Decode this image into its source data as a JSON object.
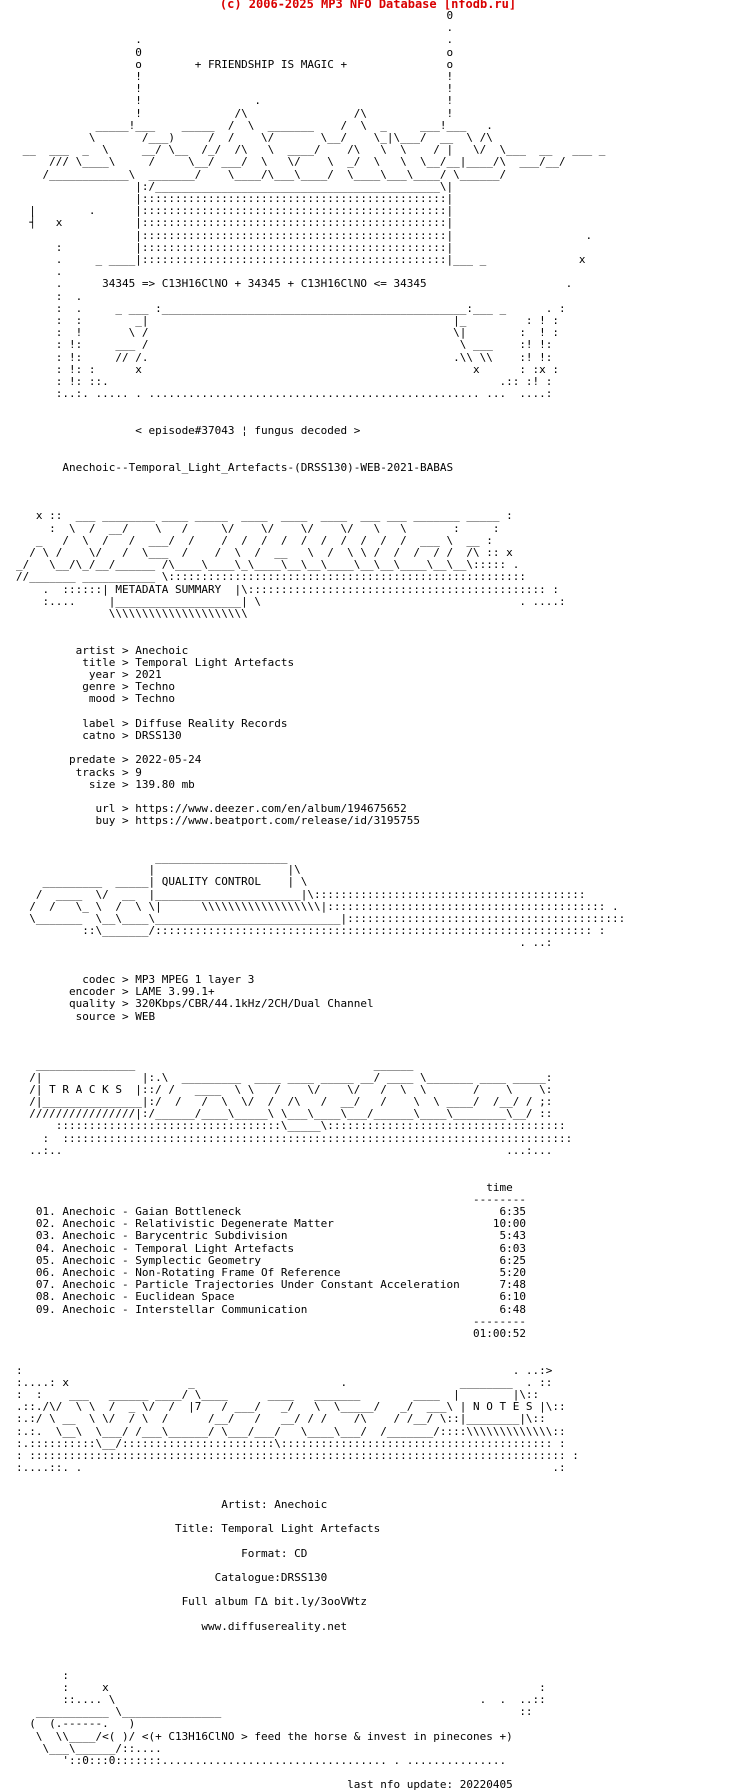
{
  "header": {
    "text": "(c) 2006-2025 MP3 NFO Database [nfodb.ru]"
  },
  "colors": {
    "header": "#d90000",
    "text": "#000000",
    "background": "#ffffff"
  },
  "nfo": {
    "lines": [
      "                                                                 0",
      "                                                                 .",
      "                  .                                              .",
      "                  0                                              o",
      "                  o        + FRIENDSHIP IS MAGIC +               o",
      "                  !                                              !",
      "                  !                                              !",
      "                  !                 .                            !",
      "                  !              /\\                /\\            !",
      "            _____!___    _____  /  \\  _______    /  \\  _     ___!___   .",
      "           \\       /___)     /  /    \\/       \\__/    \\_|\\___/  __  \\ /\\",
      " __  ___  _  \\     __/ \\__  /_/  /\\   \\  ____/    /\\   \\  \\    / |   \\/  \\___  __   ___ _",
      "     /// \\____\\     /     \\__/ ___/  \\   \\/    \\  _/  \\   \\  \\__/__|____/\\  ___/__/",
      "    /____________\\  _______/    \\____/\\___\\____/  \\____\\___\\____/ \\______/",
      "                  |:/___________________________________________\\|",
      "                  |::::::::::::::::::::::::::::::::::::::::::::::|",
      "  |        .      |::::::::::::::::::::::::::::::::::::::::::::::|",
      "  ┤   x           |::::::::::::::::::::::::::::::::::::::::::::::|",
      "                  |::::::::::::::::::::::::::::::::::::::::::::::|                    .",
      "      :           |::::::::::::::::::::::::::::::::::::::::::::::|",
      "      .     _ ____|::::::::::::::::::::::::::::::::::::::::::::::|___ _              x",
      "      .",
      "      .      34345 => C13H16ClNO + 34345 + C13H16ClNO <= 34345                     .",
      "      :  .",
      "      :  .     _ ___ :______________________________________________:___ _      . :",
      "      :  :        _|                                              |_         : ! :",
      "      :  !       \\ /                                              \\|        :  ! :",
      "      : !:     ___ /                                               \\ ___    :! !:",
      "      : !:     // /.                                              .\\\\ \\\\    :! !:",
      "      : !: :      x                                                  x      : :x :",
      "      : !: ::.                                                           .:: :! :",
      "      :..:. ..... . .................................................. ...  ....:",
      "",
      "",
      "                  < episode#37043 ¦ fungus decoded >",
      "",
      "",
      "       Anechoic--Temporal_Light_Artefacts-(DRSS130)-WEB-2021-BABAS",
      "",
      "",
      "",
      "   x ::  ___ ________ ____ _____  ____  ____  ____  ___ ___ _______ _____ :",
      "     :  \\  /  __/    \\   /     \\/    \\/    \\/    \\/   \\   \\       :     :",
      "   _   /  \\  /   /  ___/  /    /  /  /  /  /  /  /  /  /  /  ___ \\  __ :",
      "  / \\ /    \\/   /  \\___  /    /  \\  /  __   \\  /  \\ \\ /  /  /  / /  /\\ :: x",
      "_/   \\__/\\_/__/______ /\\____\\____\\_\\____\\__\\__\\____\\__\\__\\____\\__\\__\\::::: .",
      "//_______ ___________ \\::::::::::::::::::::::::::::::::::::::::::::::::::::::",
      "    .  ::::::| METADATA SUMMARY  |\\::::::::::::::::::::::::::::::::::::::::::::: :",
      "    :....     |___________________| \\                                       . ....:",
      "              \\\\\\\\\\\\\\\\\\\\\\\\\\\\\\\\\\\\\\\\\\",
      "",
      "",
      "         artist > Anechoic",
      "          title > Temporal Light Artefacts",
      "           year > 2021",
      "          genre > Techno",
      "           mood > Techno",
      "",
      "          label > Diffuse Reality Records",
      "          catno > DRSS130",
      "",
      "        predate > 2022-05-24",
      "         tracks > 9",
      "           size > 139.80 mb",
      "",
      "            url > https://www.deezer.com/en/album/194675652",
      "            buy > https://www.beatport.com/release/id/3195755",
      "",
      "",
      "                     ____________________",
      "                    |                    |\\",
      "    _________  _____| QUALITY CONTROL    | \\",
      "   /  ____  \\/  __  |______________________|\\:::::::::::::::::::::::::::::::::::::::::",
      "  /  /   \\_ \\  /  \\ \\|      \\\\\\\\\\\\\\\\\\\\\\\\\\\\\\\\\\\\|:::::::::::::::::::::::::::::::::::::::::: .",
      "  \\_______  \\__\\____\\____________________________|::::::::::::::::::::::::::::::::::::::::::",
      "          ::\\_______/:::::::::::::::::::::::::::::::::::::::::::::::::::::::::::::::::: :",
      "                                                                            . ..:",
      "",
      "",
      "          codec > MP3 MPEG 1 layer 3",
      "        encoder > LAME 3.99.1+",
      "        quality > 320Kbps/CBR/44.1kHz/2CH/Dual Channel",
      "         source > WEB",
      "",
      "",
      "",
      "   _______________                                    ______",
      "  /|               |:.\\  _________  ____ ____ _____ __/ ____ \\_______ ____ _____:",
      "  /| T R A C K S  |::/ /   ____  \\ \\   /    \\/    \\/   /  \\  \\       /    \\    \\:",
      "  /|_______________|:/  /   /  \\  \\/  /  /\\   /  __/   /    \\  \\ ____/  /__/ / ;:",
      "  ////////////////|:/______/____\\_____\\ \\___\\____\\___/______\\____\\________\\__/ ::",
      "      ::::::::::::::::::::::::::::::::::\\_____\\::::::::::::::::::::::::::::::::::::",
      "    :  :::::::::::::::::::::::::::::::::::::::::::::::::::::::::::::::::::::::::::::",
      "  ..:..                                                                   ...:...",
      "",
      "",
      "                                                                       time",
      "                                                                     --------",
      "   01. Anechoic - Gaian Bottleneck                                       6:35",
      "   02. Anechoic - Relativistic Degenerate Matter                        10:00",
      "   03. Anechoic - Barycentric Subdivision                                5:43",
      "   04. Anechoic - Temporal Light Artefacts                               6:03",
      "   05. Anechoic - Symplectic Geometry                                    6:25",
      "   06. Anechoic - Non-Rotating Frame Of Reference                        5:20",
      "   07. Anechoic - Particle Trajectories Under Constant Acceleration      7:48",
      "   08. Anechoic - Euclidean Space                                        6:10",
      "   09. Anechoic - Interstellar Communication                             6:48",
      "                                                                     --------",
      "                                                                     01:00:52",
      "",
      "",
      ":                                                                          . ..:>",
      ":....: x                  _                      .                 ________  . ::",
      ":  :    ___   ______ ____/ \\____      ____   _______        ____  |        |\\::",
      ".::./\\/  \\ \\  /  _ \\/  /  |7   / ___/   _/   \\  \\_____/   _/  ___\\ | N O T E S |\\::",
      ":.:/ \\ __  \\ \\/  / \\  /      /__/   /   __/ / /    /\\    / /__/ \\::|________|\\::",
      ":.:.  \\__\\  \\___/ /___\\______/ \\___/___/   \\____\\___/  /_______/::::\\\\\\\\\\\\\\\\\\\\\\\\\\::",
      ":.::::::::::\\__/:::::::::::::::::::::::\\::::::::::::::::::::::::::::::::::::::::: :",
      ": ::::::::::::::::::::::::::::::::::::::::::::::::::::::::::::::::::::::::::::::::: :",
      ":....::. .                                                                       .:",
      "",
      "",
      "                               Artist: Anechoic",
      "",
      "                        Title: Temporal Light Artefacts",
      "",
      "                                  Format: CD",
      "",
      "                              Catalogue:DRSS130",
      "",
      "                         Full album Г∆ bit.ly/3ooVWtz",
      "",
      "                            www.diffusereality.net",
      "",
      "",
      "",
      "       :",
      "       :     x                                                                 :",
      "       ::.... \\                                                       .  .  ..::",
      "   ___________ \\_______________                                             ::",
      "  (  (.------.   )",
      "   \\  \\\\____/<( )/ <(+ C13H16ClNO > feed the horse & invest in pinecones +)",
      "    \\___\\______/::....",
      "       '::0:::0:::::::.................................. . ...............",
      "",
      "                                                  last nfo update: 20220405"
    ]
  }
}
